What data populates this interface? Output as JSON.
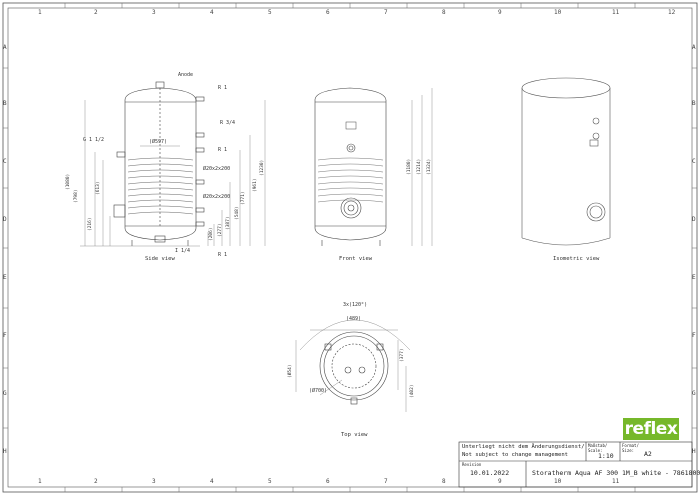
{
  "grid": {
    "cols": [
      "1",
      "2",
      "3",
      "4",
      "5",
      "6",
      "7",
      "8",
      "9",
      "10",
      "11",
      "12"
    ],
    "rows": [
      "A",
      "B",
      "C",
      "D",
      "E",
      "F",
      "G",
      "H"
    ]
  },
  "views": {
    "side": "Side view",
    "front": "Front view",
    "iso": "Isometric view",
    "top": "Top view"
  },
  "side_labels": {
    "anode": "Anode",
    "r1_top": "R 1",
    "r34": "R 3/4",
    "r1_mid": "R 1",
    "g112": "G 1 1/2",
    "r1_bot": "R 1",
    "r14": "I 1/4",
    "dia": "(Ø597)",
    "coil1": "Ø20x2x200",
    "coil2": "Ø20x2x200",
    "dims_left": [
      "(1080)",
      "(798)",
      "(613)",
      "(216)"
    ],
    "dims_right": [
      "(1230)",
      "(961)",
      "(771)",
      "(548)",
      "(387)",
      "(277)",
      "(206)"
    ]
  },
  "front_labels": {
    "dims": [
      "(1180)",
      "(1214)",
      "(1324)"
    ]
  },
  "top_labels": {
    "angle": "3x(120°)",
    "d1": "(489)",
    "d2": "(Ø54)",
    "d3": "(Ø700)",
    "d4": "(377)",
    "d5": "(402)"
  },
  "titleblock": {
    "logo": "reflex",
    "note1": "Unterliegt nicht dem Änderungsdienst/",
    "note2": "Not subject to change management",
    "scale_label1": "Maßstab/",
    "scale_label2": "Scale:",
    "scale_value": "1:10",
    "format_label1": "Format/",
    "format_label2": "Size:",
    "format_value": "A2",
    "revision_label": "Revision",
    "date": "10.01.2022",
    "product": "Storatherm Aqua AF 300 1M_B white - 7861800"
  }
}
